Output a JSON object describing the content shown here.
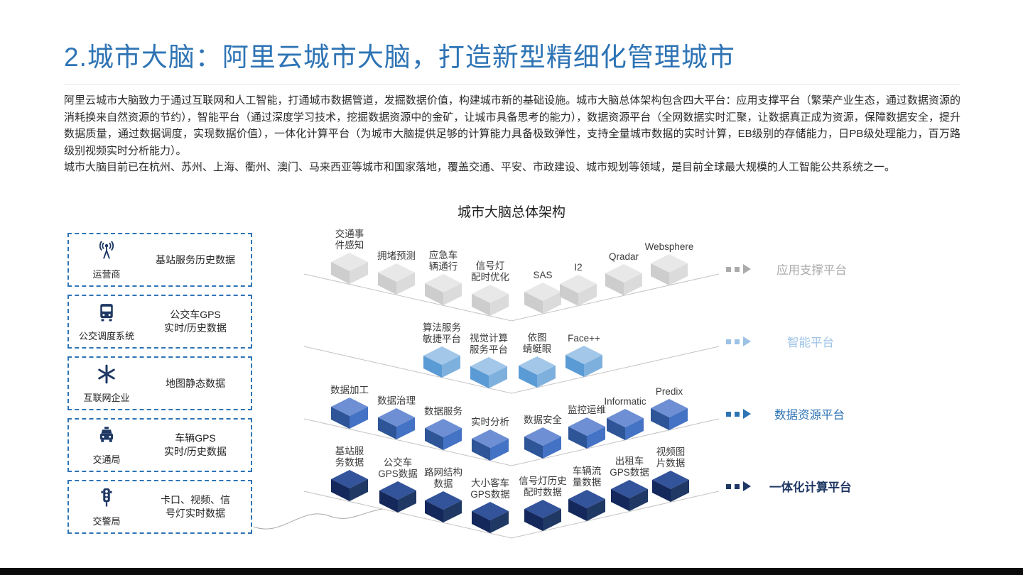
{
  "slide": {
    "title": "2.城市大脑：阿里云城市大脑，打造新型精细化管理城市",
    "paragraph1": "阿里云城市大脑致力于通过互联网和人工智能，打通城市数据管道，发掘数据价值，构建城市新的基础设施。城市大脑总体架构包含四大平台：应用支撑平台（繁荣产业生态，通过数据资源的消耗换来自然资源的节约），智能平台（通过深度学习技术，挖掘数据资源中的金矿，让城市具备思考的能力），数据资源平台（全网数据实时汇聚，让数据真正成为资源，保障数据安全，提升数据质量，通过数据调度，实现数据价值），一体化计算平台（为城市大脑提供足够的计算能力具备极致弹性，支持全量城市数据的实时计算，EB级别的存储能力，日PB级处理能力，百万路级别视频实时分析能力）。",
    "paragraph2": "城市大脑目前已在杭州、苏州、上海、衢州、澳门、马来西亚等城市和国家落地，覆盖交通、平安、市政建设、城市规划等领域，是目前全球最大规模的人工智能公共系统之一。"
  },
  "colors": {
    "title": "#2E74B5",
    "box_border": "#2E74B5",
    "icon": "#1F3864",
    "line": "#C4C4C4"
  },
  "diagram": {
    "title": "城市大脑总体架构",
    "sources": [
      {
        "icon": "antenna-icon",
        "caption": "运营商",
        "label": "基站服务历史数据"
      },
      {
        "icon": "bus-icon",
        "caption": "公交调度系统",
        "label": "公交车GPS\n实时/历史数据"
      },
      {
        "icon": "snowflake-icon",
        "caption": "互联网企业",
        "label": "地图静态数据"
      },
      {
        "icon": "taxi-icon",
        "caption": "交通局",
        "label": "车辆GPS\n实时/历史数据"
      },
      {
        "icon": "traffic-light-icon",
        "caption": "交警局",
        "label": "卡口、视频、信\n号灯实时数据"
      }
    ],
    "layers": [
      {
        "label": "应用支撑平台",
        "label_color": "#ABABAB",
        "bold": false,
        "cube_colors": {
          "top": "#E8E8E8",
          "left": "#CDCDCD",
          "right": "#DBDBDB"
        },
        "items": [
          {
            "label": "交通事\n件感知"
          },
          {
            "label": "拥堵预测"
          },
          {
            "label": "应急车\n辆通行"
          },
          {
            "label": "信号灯\n配时优化"
          },
          {
            "label": "SAS"
          },
          {
            "label": "I2"
          },
          {
            "label": "Qradar"
          },
          {
            "label": "Websphere"
          }
        ]
      },
      {
        "label": "智能平台",
        "label_color": "#9CC2E5",
        "bold": false,
        "cube_colors": {
          "top": "#A3C7E8",
          "left": "#5B9BD5",
          "right": "#7EB0DE"
        },
        "items": [
          {
            "label": "算法服务\n敏捷平台"
          },
          {
            "label": "视觉计算\n服务平台"
          },
          {
            "label": "依图\n蜻蜓眼"
          },
          {
            "label": "Face++"
          }
        ]
      },
      {
        "label": "数据资源平台",
        "label_color": "#2E74B5",
        "bold": false,
        "cube_colors": {
          "top": "#6E8FD3",
          "left": "#2E5597",
          "right": "#4472C4"
        },
        "items": [
          {
            "label": "数据加工"
          },
          {
            "label": "数据治理"
          },
          {
            "label": "数据服务"
          },
          {
            "label": "实时分析"
          },
          {
            "label": "数据安全"
          },
          {
            "label": "监控运维"
          },
          {
            "label": "Informatic"
          },
          {
            "label": "Predix"
          }
        ]
      },
      {
        "label": "一体化计算平台",
        "label_color": "#1F3864",
        "bold": true,
        "cube_colors": {
          "top": "#33539B",
          "left": "#14285C",
          "right": "#1F3864"
        },
        "items": [
          {
            "label": "基站服\n务数据"
          },
          {
            "label": "公交车\nGPS数据"
          },
          {
            "label": "路网结构\n数据"
          },
          {
            "label": "大小客车\nGPS数据"
          },
          {
            "label": "信号灯历史\n配时数据"
          },
          {
            "label": "车辆流\n量数据"
          },
          {
            "label": "出租车\nGPS数据"
          },
          {
            "label": "视频图\n片数据"
          }
        ]
      }
    ]
  }
}
